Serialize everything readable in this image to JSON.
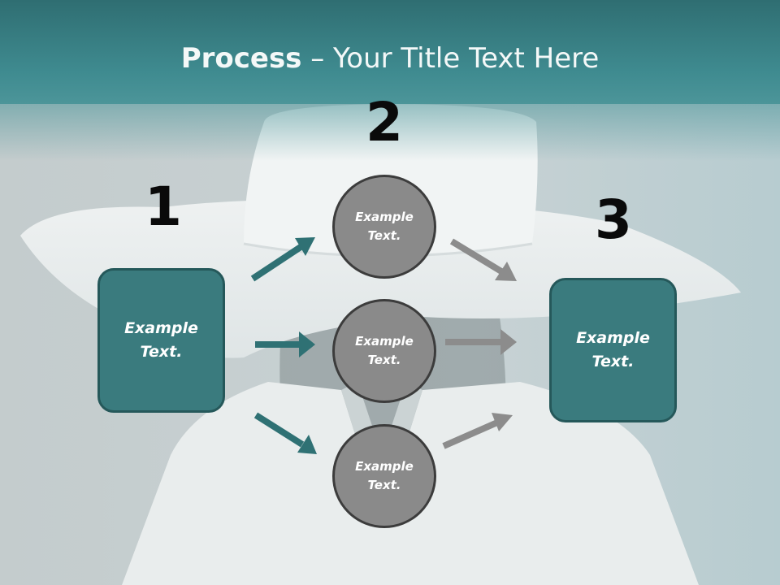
{
  "title": {
    "bold": "Process",
    "rest": " – Your Title Text Here"
  },
  "steps": {
    "one": "1",
    "two": "2",
    "three": "3"
  },
  "boxes": {
    "left": "Example Text.",
    "right": "Example Text."
  },
  "circles": {
    "top": "Example Text.",
    "middle": "Example Text.",
    "bottom": "Example Text."
  },
  "colors": {
    "header": "#3f8b90",
    "box": "#3a7b7e",
    "circle": "#8a8a8a",
    "arrow_teal": "#2f7174",
    "arrow_gray": "#8c8c8c"
  },
  "icons": {
    "arrow": "arrow-icon"
  }
}
